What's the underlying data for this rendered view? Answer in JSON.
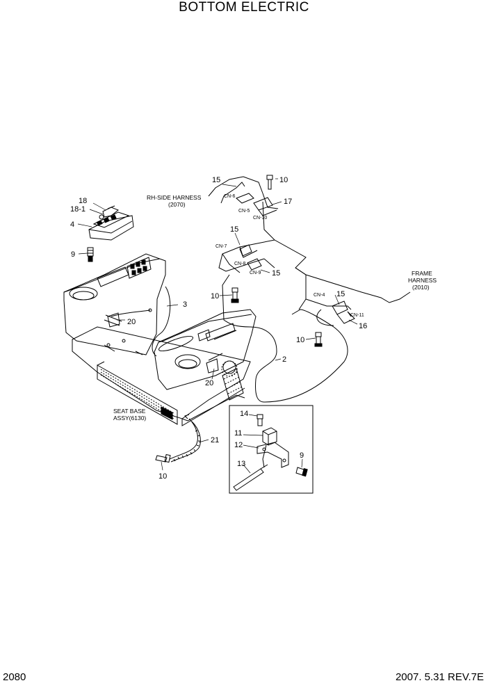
{
  "title": "BOTTOM ELECTRIC",
  "page_number": "2080",
  "revision": "2007. 5.31  REV.7E",
  "harness_labels": {
    "rh_side_1": "RH-SIDE HARNESS",
    "rh_side_2": "(2070)",
    "frame_1": "FRAME",
    "frame_2": "HARNESS",
    "frame_3": "(2010)",
    "seat_base_1": "SEAT BASE",
    "seat_base_2": "ASSY(6130)"
  },
  "connectors": {
    "cn4": "CN-4",
    "cn5": "CN-5",
    "cn6": "CN-6",
    "cn7": "CN-7",
    "cn8": "CN-8",
    "cn9": "CN-9",
    "cn10": "CN-10",
    "cn11": "CN-11"
  },
  "part_callouts": {
    "p15_top": "15",
    "p10_top": "10",
    "p17": "17",
    "p18": "18",
    "p18_1": "18-1",
    "p4": "4",
    "p9_left": "9",
    "p15_mid": "15",
    "p15_cn9": "15",
    "p10_mid": "10",
    "p3": "3",
    "p20_left": "20",
    "p15_right": "15",
    "p16": "16",
    "p10_right": "10",
    "p2": "2",
    "p20_center": "20",
    "p14": "14",
    "p11": "11",
    "p12": "12",
    "p9_detail": "9",
    "p13": "13",
    "p21": "21",
    "p10_bottom": "10"
  }
}
